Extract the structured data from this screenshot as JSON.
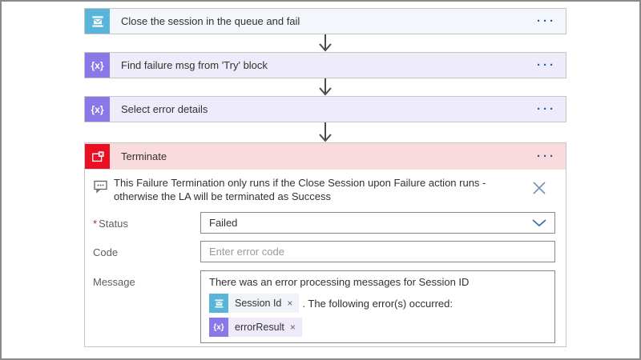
{
  "icons": {
    "ellipsis": "···",
    "dismiss": "×",
    "variables_glyph": "{x}"
  },
  "colors": {
    "servicebus_icon": "#59b4d9",
    "variables_icon": "#8c77e8",
    "terminate_icon": "#e81123",
    "terminate_header_bg": "#f9dbdd",
    "action_header_bg": "#f3f6fb",
    "variables_header_bg": "#eeebfa",
    "accent_blue": "#2257b0"
  },
  "workflow": {
    "cards": [
      {
        "title": "Close the session in the queue and fail",
        "type": "servicebus"
      },
      {
        "title": "Find failure msg from 'Try' block",
        "type": "variables"
      },
      {
        "title": "Select error details",
        "type": "variables"
      }
    ]
  },
  "terminate": {
    "title": "Terminate",
    "comment": "This Failure Termination only runs if the Close Session upon Failure action runs - otherwise the LA will be terminated as Success",
    "fields": {
      "status": {
        "label": "Status",
        "required_mark": "*",
        "value": "Failed"
      },
      "code": {
        "label": "Code",
        "placeholder": "Enter error code"
      },
      "message": {
        "label": "Message",
        "line1": "There was an error processing messages for Session ID",
        "token1": {
          "label": "Session Id"
        },
        "after_token1": ". The following error(s) occurred:",
        "token2": {
          "label": "errorResult"
        }
      }
    }
  }
}
